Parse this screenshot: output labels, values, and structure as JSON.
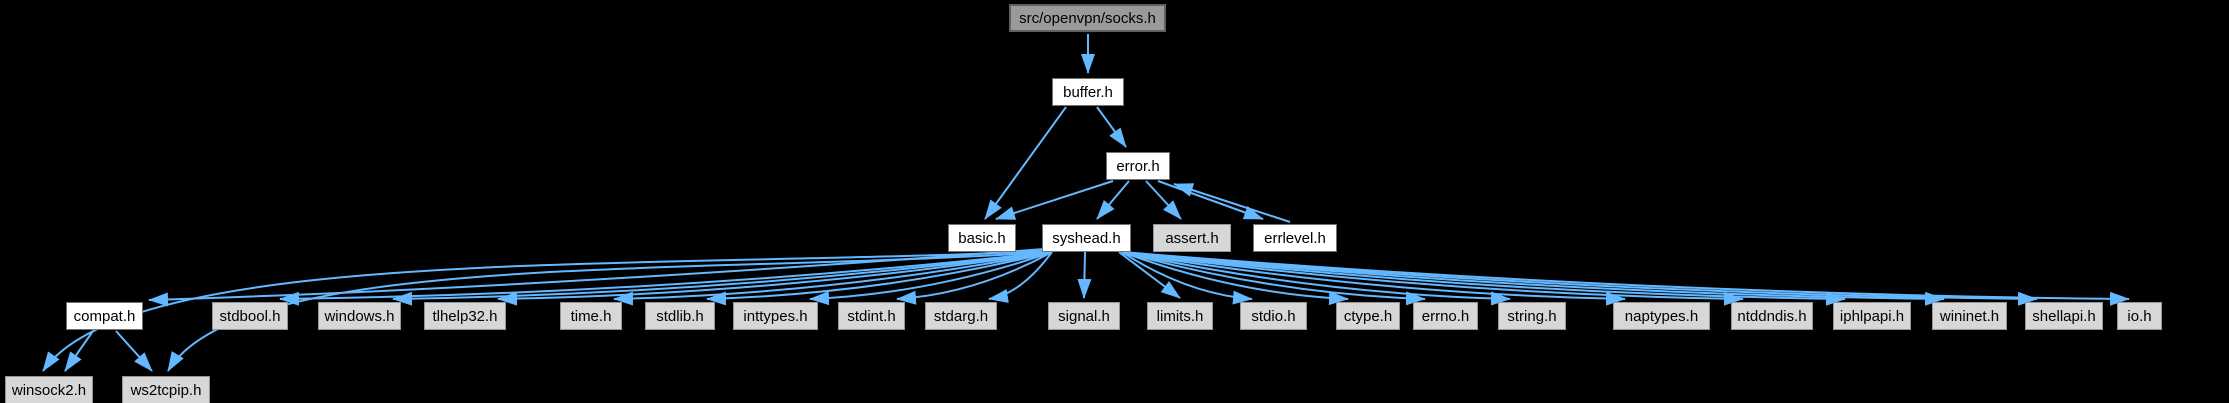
{
  "diagram": {
    "type": "include-dependency-graph",
    "root_label": "src/openvpn/socks.h",
    "colors": {
      "background": "#000000",
      "edge": "#63b8ff",
      "root_fill": "#9a9a9a",
      "root_border": "#606060",
      "node_fill": "#ffffff",
      "node_border": "#737373",
      "leaf_fill": "#d7d7d7",
      "leaf_border": "#959595",
      "text": "#000000"
    },
    "nodes": [
      {
        "id": "socks",
        "label": "src/openvpn/socks.h",
        "kind": "root"
      },
      {
        "id": "buffer",
        "label": "buffer.h",
        "kind": "internal"
      },
      {
        "id": "error",
        "label": "error.h",
        "kind": "internal"
      },
      {
        "id": "basic",
        "label": "basic.h",
        "kind": "internal"
      },
      {
        "id": "syshead",
        "label": "syshead.h",
        "kind": "internal"
      },
      {
        "id": "assert",
        "label": "assert.h",
        "kind": "leaf"
      },
      {
        "id": "errlevel",
        "label": "errlevel.h",
        "kind": "internal"
      },
      {
        "id": "compat",
        "label": "compat.h",
        "kind": "internal"
      },
      {
        "id": "stdbool",
        "label": "stdbool.h",
        "kind": "leaf"
      },
      {
        "id": "windows",
        "label": "windows.h",
        "kind": "leaf"
      },
      {
        "id": "tlhelp32",
        "label": "tlhelp32.h",
        "kind": "leaf"
      },
      {
        "id": "time",
        "label": "time.h",
        "kind": "leaf"
      },
      {
        "id": "stdlib",
        "label": "stdlib.h",
        "kind": "leaf"
      },
      {
        "id": "inttypes",
        "label": "inttypes.h",
        "kind": "leaf"
      },
      {
        "id": "stdint",
        "label": "stdint.h",
        "kind": "leaf"
      },
      {
        "id": "stdarg",
        "label": "stdarg.h",
        "kind": "leaf"
      },
      {
        "id": "signal",
        "label": "signal.h",
        "kind": "leaf"
      },
      {
        "id": "limits",
        "label": "limits.h",
        "kind": "leaf"
      },
      {
        "id": "stdio",
        "label": "stdio.h",
        "kind": "leaf"
      },
      {
        "id": "ctype",
        "label": "ctype.h",
        "kind": "leaf"
      },
      {
        "id": "errno",
        "label": "errno.h",
        "kind": "leaf"
      },
      {
        "id": "string",
        "label": "string.h",
        "kind": "leaf"
      },
      {
        "id": "naptypes",
        "label": "naptypes.h",
        "kind": "leaf"
      },
      {
        "id": "ntddndis",
        "label": "ntddndis.h",
        "kind": "leaf"
      },
      {
        "id": "iphlpapi",
        "label": "iphlpapi.h",
        "kind": "leaf"
      },
      {
        "id": "wininet",
        "label": "wininet.h",
        "kind": "leaf"
      },
      {
        "id": "shellapi",
        "label": "shellapi.h",
        "kind": "leaf"
      },
      {
        "id": "io",
        "label": "io.h",
        "kind": "leaf"
      },
      {
        "id": "winsock2",
        "label": "winsock2.h",
        "kind": "leaf"
      },
      {
        "id": "ws2tcpip",
        "label": "ws2tcpip.h",
        "kind": "leaf"
      }
    ],
    "edges": [
      {
        "from": "socks",
        "to": "buffer"
      },
      {
        "from": "buffer",
        "to": "basic"
      },
      {
        "from": "buffer",
        "to": "error"
      },
      {
        "from": "error",
        "to": "basic"
      },
      {
        "from": "error",
        "to": "syshead"
      },
      {
        "from": "error",
        "to": "assert"
      },
      {
        "from": "error",
        "to": "errlevel"
      },
      {
        "from": "errlevel",
        "to": "error"
      },
      {
        "from": "syshead",
        "to": "compat"
      },
      {
        "from": "syshead",
        "to": "stdbool"
      },
      {
        "from": "syshead",
        "to": "windows"
      },
      {
        "from": "syshead",
        "to": "tlhelp32"
      },
      {
        "from": "syshead",
        "to": "time"
      },
      {
        "from": "syshead",
        "to": "stdlib"
      },
      {
        "from": "syshead",
        "to": "inttypes"
      },
      {
        "from": "syshead",
        "to": "stdint"
      },
      {
        "from": "syshead",
        "to": "stdarg"
      },
      {
        "from": "syshead",
        "to": "signal"
      },
      {
        "from": "syshead",
        "to": "limits"
      },
      {
        "from": "syshead",
        "to": "stdio"
      },
      {
        "from": "syshead",
        "to": "ctype"
      },
      {
        "from": "syshead",
        "to": "errno"
      },
      {
        "from": "syshead",
        "to": "string"
      },
      {
        "from": "syshead",
        "to": "naptypes"
      },
      {
        "from": "syshead",
        "to": "ntddndis"
      },
      {
        "from": "syshead",
        "to": "iphlpapi"
      },
      {
        "from": "syshead",
        "to": "wininet"
      },
      {
        "from": "syshead",
        "to": "shellapi"
      },
      {
        "from": "syshead",
        "to": "io"
      },
      {
        "from": "syshead",
        "to": "winsock2"
      },
      {
        "from": "syshead",
        "to": "ws2tcpip"
      },
      {
        "from": "compat",
        "to": "winsock2"
      },
      {
        "from": "compat",
        "to": "ws2tcpip"
      }
    ]
  }
}
